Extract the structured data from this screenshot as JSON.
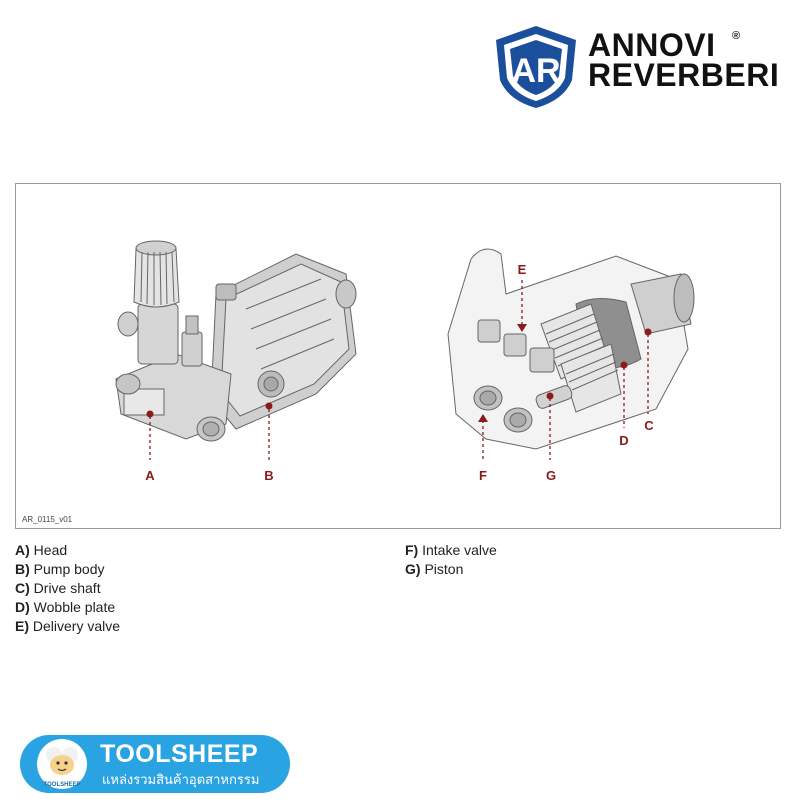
{
  "brand": {
    "line1": "ANNOVI",
    "line2": "REVERBERI",
    "reg": "®",
    "mark": "AR"
  },
  "diagram": {
    "code": "AR_0115_v01",
    "callouts": {
      "A": "A",
      "B": "B",
      "C": "C",
      "D": "D",
      "E": "E",
      "F": "F",
      "G": "G"
    }
  },
  "legend": {
    "left": [
      {
        "key": "A)",
        "label": "Head"
      },
      {
        "key": "B)",
        "label": "Pump body"
      },
      {
        "key": "C)",
        "label": "Drive shaft"
      },
      {
        "key": "D)",
        "label": "Wobble plate"
      },
      {
        "key": "E)",
        "label": "Delivery valve"
      }
    ],
    "right": [
      {
        "key": "F)",
        "label": "Intake valve"
      },
      {
        "key": "G)",
        "label": "Piston"
      }
    ]
  },
  "badge": {
    "title": "TOOLSHEEP",
    "subtitle": "แหล่งรวมสินค้าอุตสาหกรรม",
    "mascot_text": "TOOLSHEEP"
  },
  "colors": {
    "brand_blue": "#1b4f9c",
    "callout_red": "#8b1a1a",
    "badge_blue": "#2aa3e3"
  }
}
